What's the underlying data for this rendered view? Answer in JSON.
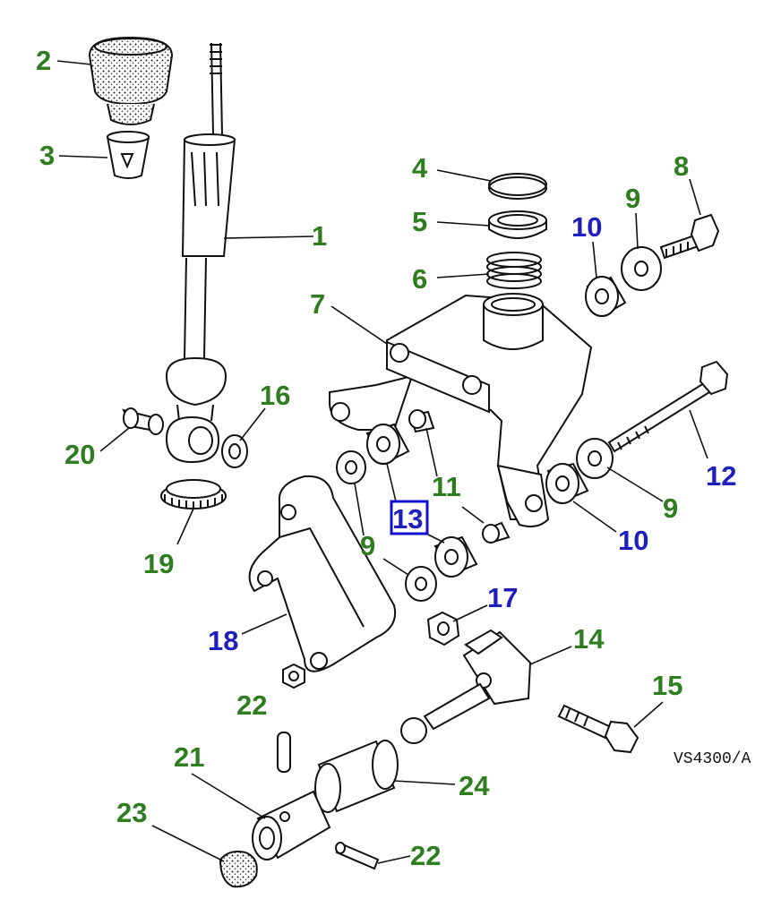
{
  "drawing_code": "VS4300/A",
  "highlighted_callout": "13",
  "colors": {
    "green_label": "#2e7d1f",
    "blue_label": "#1f1fbf",
    "highlight": "#1010d0",
    "line": "#111111"
  },
  "callouts": [
    {
      "id": "c1",
      "text": "1",
      "color": "green"
    },
    {
      "id": "c2",
      "text": "2",
      "color": "green"
    },
    {
      "id": "c3",
      "text": "3",
      "color": "green"
    },
    {
      "id": "c4",
      "text": "4",
      "color": "green"
    },
    {
      "id": "c5",
      "text": "5",
      "color": "green"
    },
    {
      "id": "c6",
      "text": "6",
      "color": "green"
    },
    {
      "id": "c7",
      "text": "7",
      "color": "green"
    },
    {
      "id": "c8",
      "text": "8",
      "color": "green"
    },
    {
      "id": "c9a",
      "text": "9",
      "color": "green"
    },
    {
      "id": "c10a",
      "text": "10",
      "color": "blue"
    },
    {
      "id": "c16",
      "text": "16",
      "color": "green"
    },
    {
      "id": "c20",
      "text": "20",
      "color": "green"
    },
    {
      "id": "c11",
      "text": "11",
      "color": "green"
    },
    {
      "id": "c12",
      "text": "12",
      "color": "blue"
    },
    {
      "id": "c9b",
      "text": "9",
      "color": "green"
    },
    {
      "id": "c13",
      "text": "13",
      "color": "blue"
    },
    {
      "id": "c10b",
      "text": "10",
      "color": "blue"
    },
    {
      "id": "c19",
      "text": "19",
      "color": "green"
    },
    {
      "id": "c9c",
      "text": "9",
      "color": "green"
    },
    {
      "id": "c17",
      "text": "17",
      "color": "blue"
    },
    {
      "id": "c18",
      "text": "18",
      "color": "blue"
    },
    {
      "id": "c14",
      "text": "14",
      "color": "green"
    },
    {
      "id": "c15",
      "text": "15",
      "color": "green"
    },
    {
      "id": "c22a",
      "text": "22",
      "color": "green"
    },
    {
      "id": "c21",
      "text": "21",
      "color": "green"
    },
    {
      "id": "c24",
      "text": "24",
      "color": "green"
    },
    {
      "id": "c23",
      "text": "23",
      "color": "green"
    },
    {
      "id": "c22b",
      "text": "22",
      "color": "green"
    }
  ]
}
